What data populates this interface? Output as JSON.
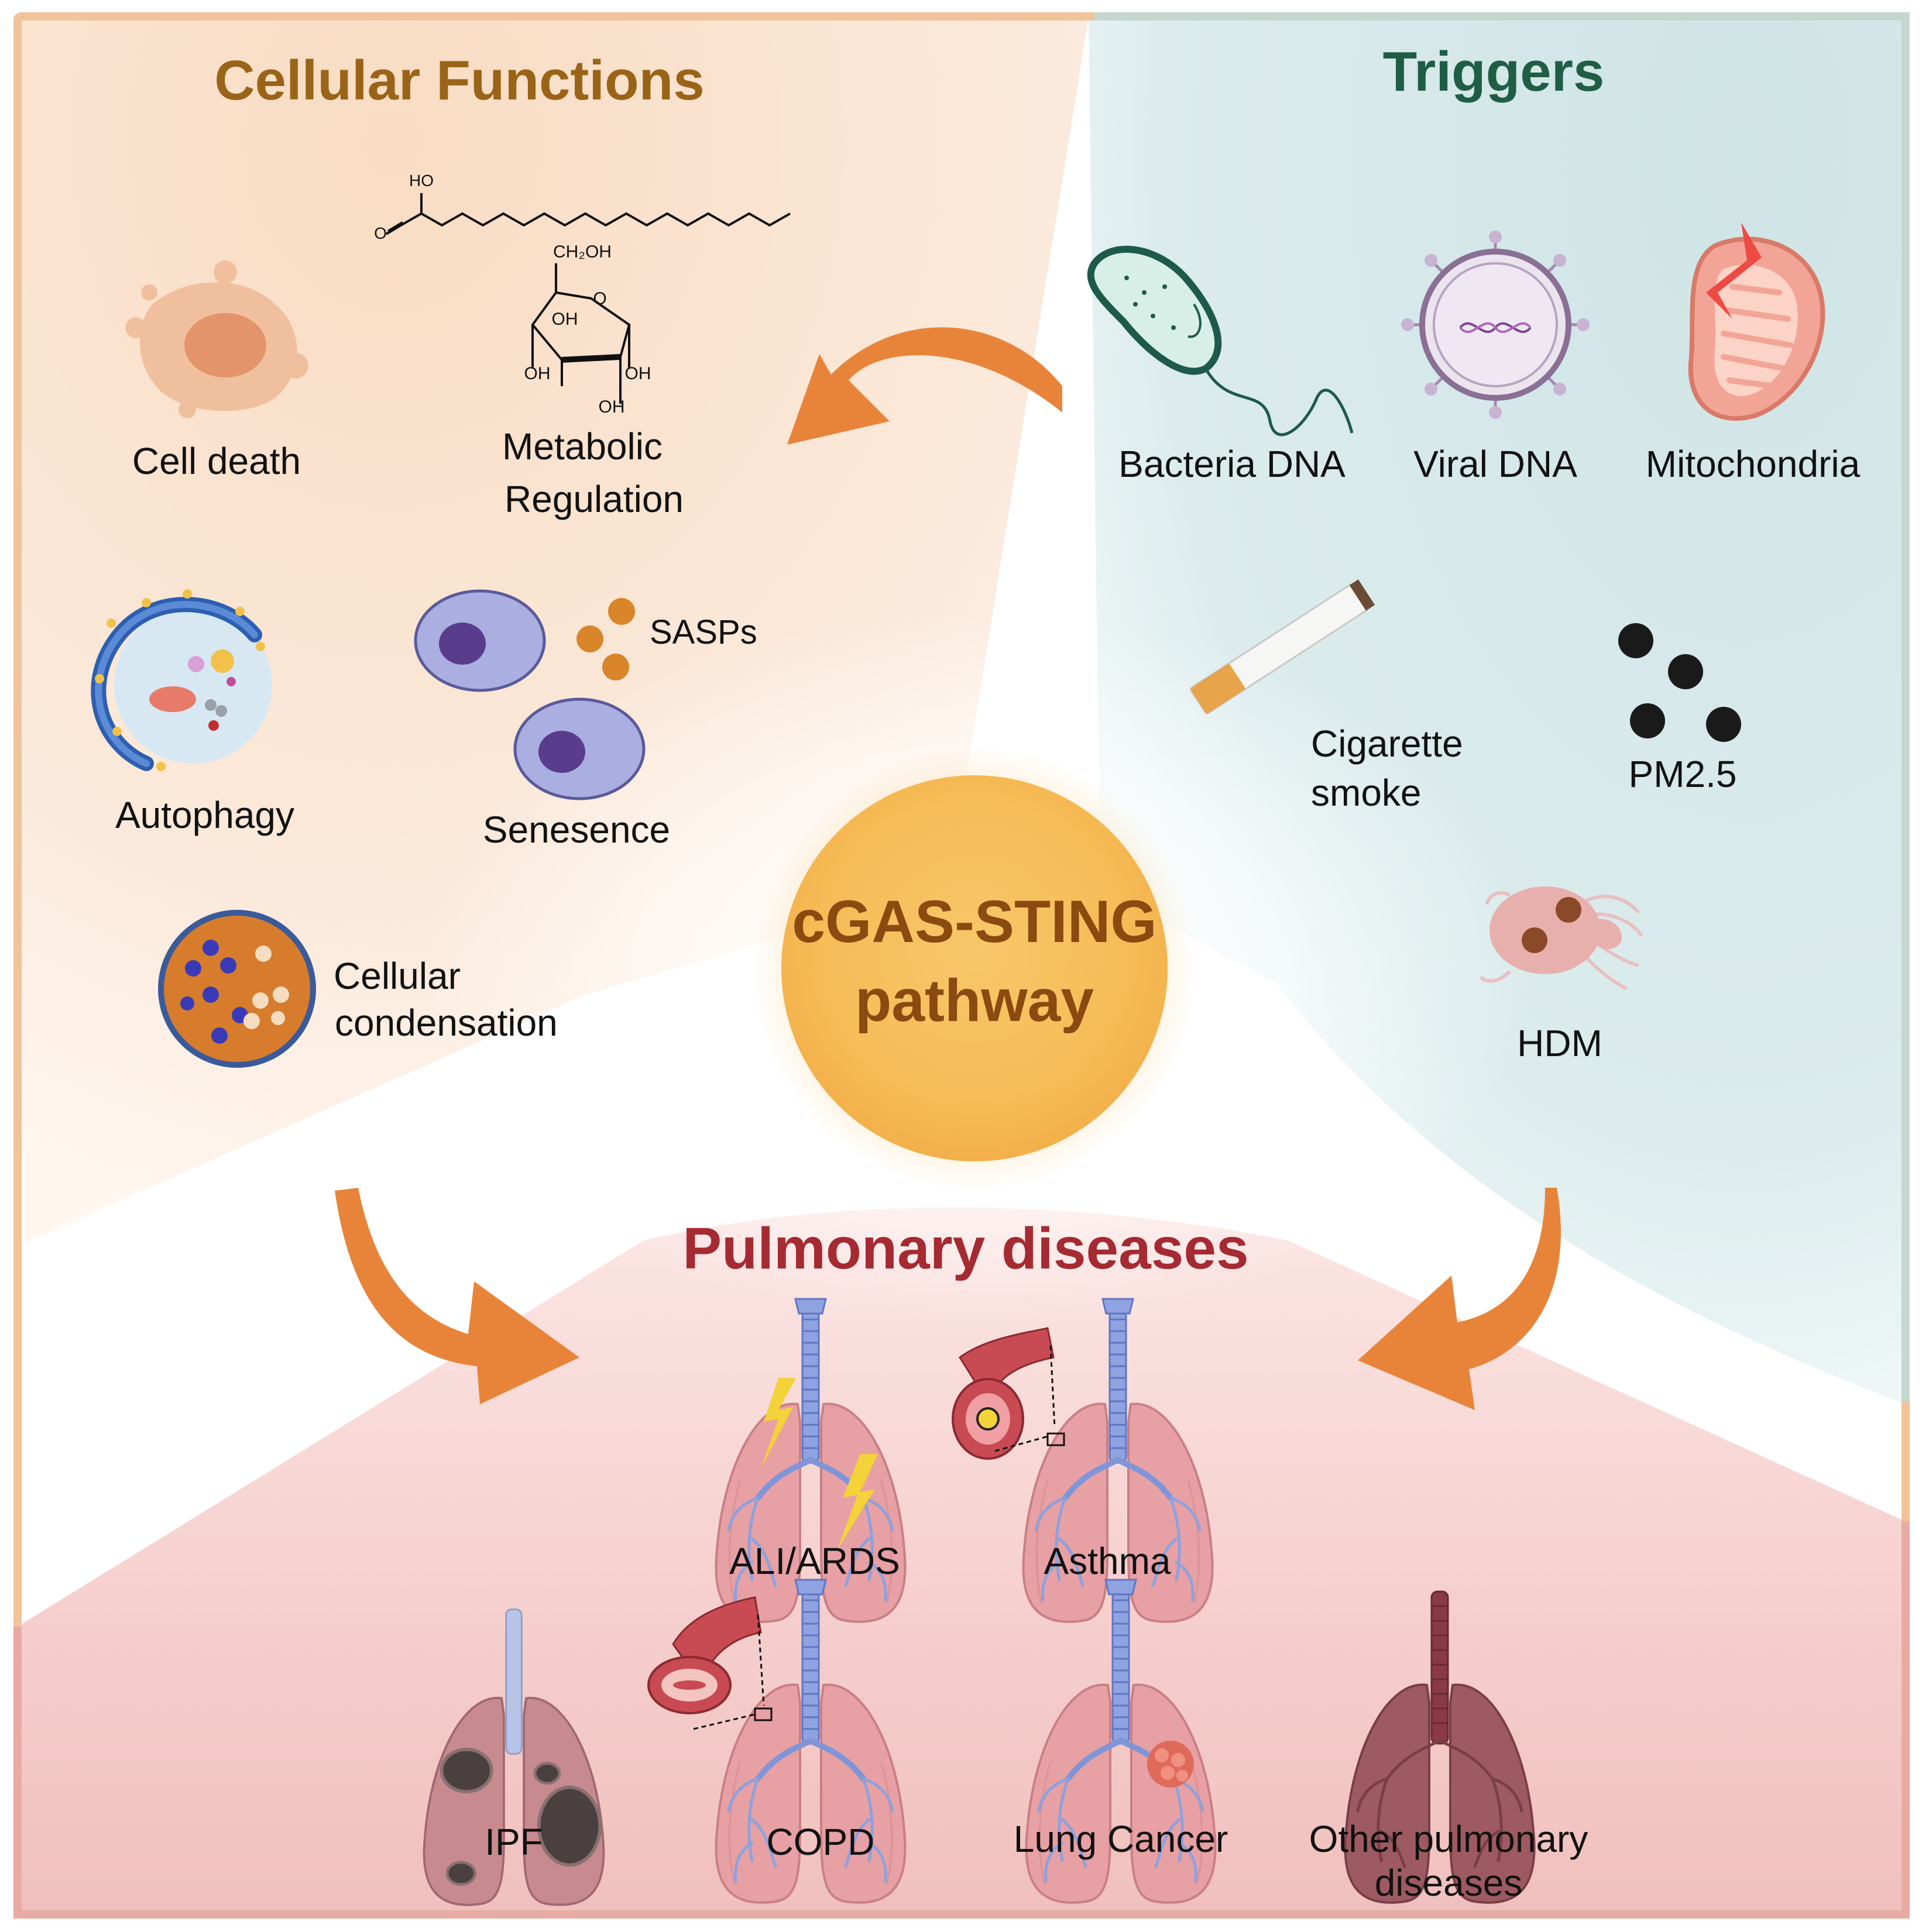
{
  "headings": {
    "cellular_functions": "Cellular Functions",
    "triggers": "Triggers",
    "pulmonary_diseases": "Pulmonary diseases"
  },
  "center": {
    "line1": "cGAS-STING",
    "line2": "pathway"
  },
  "cellular_functions": {
    "cell_death": "Cell death",
    "metabolic_line1": "Metabolic",
    "metabolic_line2": "Regulation",
    "autophagy": "Autophagy",
    "senescence": "Senesence",
    "sasps": "SASPs",
    "condensation_line1": "Cellular",
    "condensation_line2": "condensation"
  },
  "chemistry": {
    "fatty_ho": "HO",
    "fatty_o": "O",
    "glucose_ch2oh": "CH₂OH",
    "glucose_o": "O",
    "glucose_oh_ring": "OH",
    "glucose_oh_left": "OH",
    "glucose_oh_right": "OH",
    "glucose_oh_bottom": "OH"
  },
  "triggers": {
    "bacteria": "Bacteria DNA",
    "viral": "Viral DNA",
    "mitochondria": "Mitochondria",
    "cigarette_line1": "Cigarette",
    "cigarette_line2": "smoke",
    "pm25": "PM2.5",
    "hdm": "HDM"
  },
  "diseases": {
    "ali_ards": "ALI/ARDS",
    "asthma": "Asthma",
    "ipf": "IPF",
    "copd": "COPD",
    "lung_cancer": "Lung Cancer",
    "other_line1": "Other pulmonary",
    "other_line2": "diseases"
  },
  "colors": {
    "cellular_heading": "#9a6418",
    "triggers_heading": "#1f5e45",
    "diseases_heading": "#a52a32",
    "center_text": "#8a4a10",
    "arrow": "#e8843a",
    "panel_warm": "#f9e3d0",
    "panel_teal": "#d2e6e7",
    "panel_pink": "#f3c8c6",
    "lung": "#e7a0a4",
    "trachea": "#7f95d8"
  }
}
